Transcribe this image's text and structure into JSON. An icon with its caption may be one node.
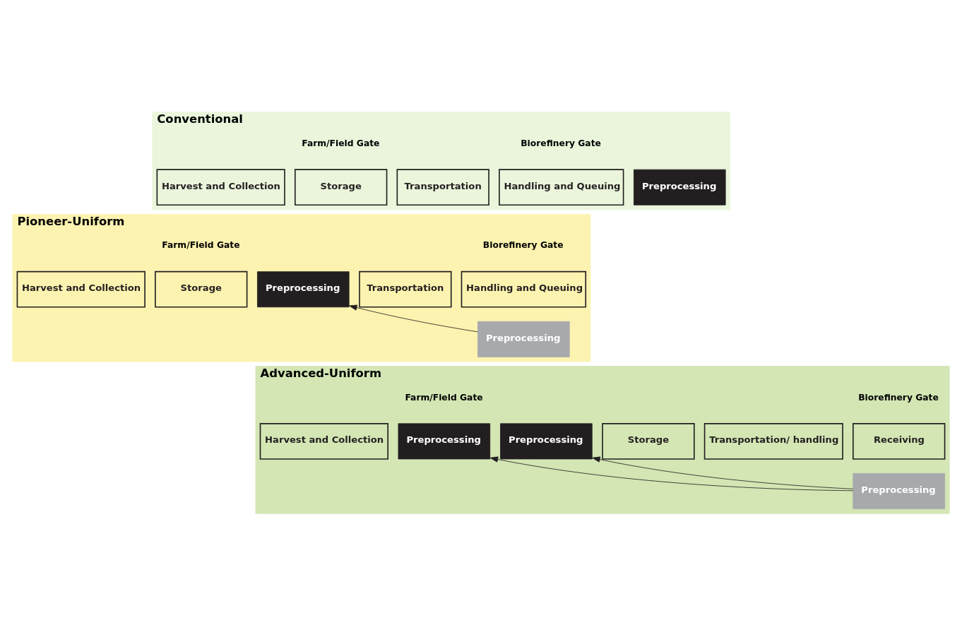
{
  "diagram": {
    "nodes": [
      {
        "text": [
          "Conventional"
        ]
      },
      {
        "text": [
          "Harvest and Collection"
        ],
        "in": 0
      },
      {
        "text": [
          "Storage"
        ],
        "in": 0
      },
      {
        "text": [
          "Transportation"
        ],
        "in": 0
      },
      {
        "text": [
          "Handling and Queuing"
        ],
        "in": 0
      },
      {
        "text": [
          "Preprocessing"
        ],
        "in": 0
      },
      {
        "text": [
          "Pioneer-Uniform"
        ]
      },
      {
        "text": [
          "Harvest and Collection"
        ],
        "in": 6
      },
      {
        "text": [
          "Storage"
        ],
        "in": 6
      },
      {
        "text": [
          "Preprocessing"
        ],
        "in": 6
      },
      {
        "text": [
          "Transportation"
        ],
        "in": 6
      },
      {
        "text": [
          "Handling and Queuing"
        ],
        "in": 6
      },
      {
        "text": [
          "Preprocessing"
        ],
        "in": 6
      },
      {
        "text": [
          "Advanced-Uniform"
        ]
      },
      {
        "text": [
          "Harvest and Collection"
        ],
        "in": 13
      },
      {
        "text": [
          "Preprocessing"
        ],
        "in": 13
      },
      {
        "text": [
          "Preprocessing"
        ],
        "in": 13
      },
      {
        "text": [
          "Storage"
        ],
        "in": 13
      },
      {
        "text": [
          "Transportation/ handling"
        ],
        "in": 13
      },
      {
        "text": [
          "Receiving"
        ],
        "in": 13
      },
      {
        "text": [
          "Preprocessing"
        ],
        "in": 13
      }
    ],
    "edges": [
      {
        "from": 12,
        "to": 9,
        "arrow": "to"
      },
      {
        "from": 20,
        "to": 15,
        "arrow": "to"
      },
      {
        "from": 20,
        "to": 16,
        "arrow": "to"
      }
    ],
    "labels": [
      "Farm/Field Gate",
      "Biorefinery Gate",
      "Farm/Field Gate",
      "Biorefinery Gate",
      "Farm/Field Gate",
      "Biorefinery Gate"
    ]
  }
}
